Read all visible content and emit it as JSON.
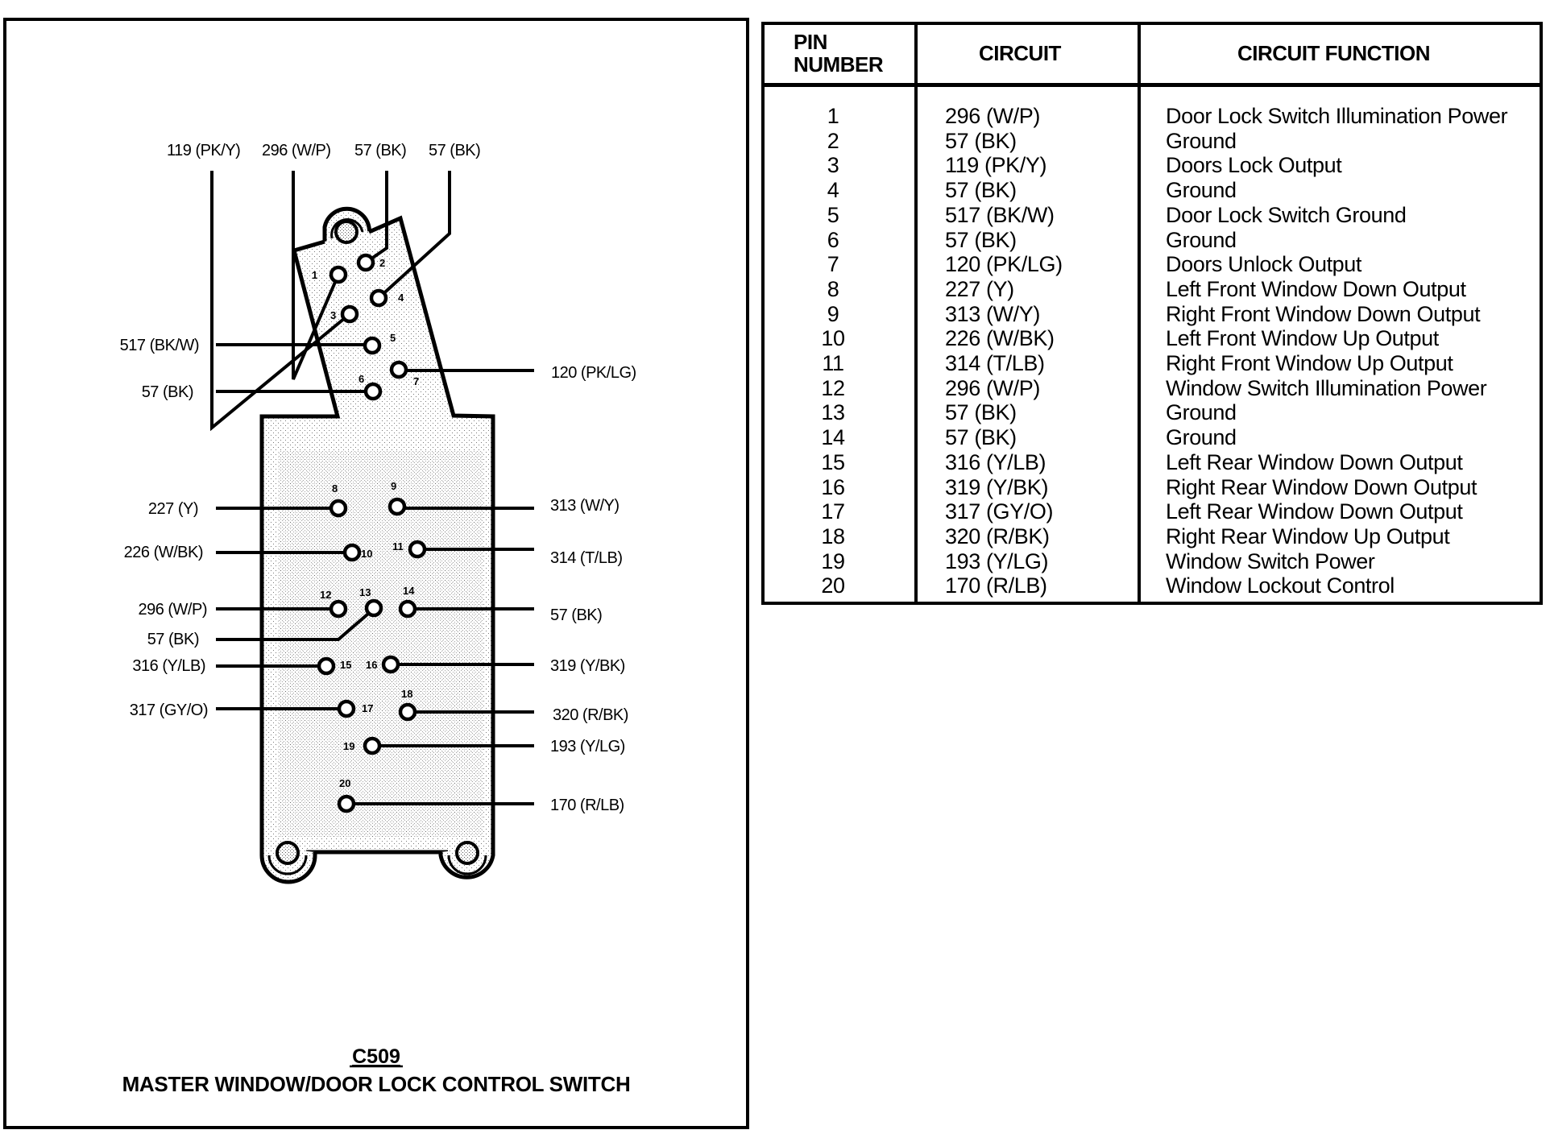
{
  "connector": {
    "code": "C509",
    "name": "MASTER WINDOW/DOOR LOCK CONTROL SWITCH"
  },
  "diagram_labels": {
    "top": [
      "119 (PK/Y)",
      "296 (W/P)",
      "57 (BK)",
      "57 (BK)"
    ],
    "pin5": "517 (BK/W)",
    "pin6": "57 (BK)",
    "pin7": "120 (PK/LG)",
    "pin8": "227 (Y)",
    "pin9": "313 (W/Y)",
    "pin10": "226 (W/BK)",
    "pin11": "314 (T/LB)",
    "pin12": "296 (W/P)",
    "pin13": "57 (BK)",
    "pin14": "57 (BK)",
    "pin15": "316 (Y/LB)",
    "pin16": "319 (Y/BK)",
    "pin17": "317 (GY/O)",
    "pin18": "320 (R/BK)",
    "pin19": "193 (Y/LG)",
    "pin20": "170 (R/LB)"
  },
  "pin_numbers": [
    "1",
    "2",
    "3",
    "4",
    "5",
    "6",
    "7",
    "8",
    "9",
    "10",
    "11",
    "12",
    "13",
    "14",
    "15",
    "16",
    "17",
    "18",
    "19",
    "20"
  ],
  "table": {
    "headers": {
      "pin_line1": "PIN",
      "pin_line2": "NUMBER",
      "circuit": "CIRCUIT",
      "function": "CIRCUIT FUNCTION"
    },
    "rows": [
      {
        "pin": "1",
        "circuit": "296 (W/P)",
        "function": "Door Lock Switch Illumination Power"
      },
      {
        "pin": "2",
        "circuit": "57 (BK)",
        "function": "Ground"
      },
      {
        "pin": "3",
        "circuit": "119 (PK/Y)",
        "function": "Doors Lock Output"
      },
      {
        "pin": "4",
        "circuit": "57 (BK)",
        "function": "Ground"
      },
      {
        "pin": "5",
        "circuit": "517 (BK/W)",
        "function": "Door Lock Switch Ground"
      },
      {
        "pin": "6",
        "circuit": "57 (BK)",
        "function": "Ground"
      },
      {
        "pin": "7",
        "circuit": "120 (PK/LG)",
        "function": "Doors Unlock Output"
      },
      {
        "pin": "8",
        "circuit": "227 (Y)",
        "function": "Left Front Window Down Output"
      },
      {
        "pin": "9",
        "circuit": "313 (W/Y)",
        "function": "Right Front Window Down Output"
      },
      {
        "pin": "10",
        "circuit": "226 (W/BK)",
        "function": "Left Front Window Up Output"
      },
      {
        "pin": "11",
        "circuit": "314 (T/LB)",
        "function": "Right Front Window Up Output"
      },
      {
        "pin": "12",
        "circuit": "296 (W/P)",
        "function": "Window Switch Illumination Power"
      },
      {
        "pin": "13",
        "circuit": "57 (BK)",
        "function": "Ground"
      },
      {
        "pin": "14",
        "circuit": "57 (BK)",
        "function": "Ground"
      },
      {
        "pin": "15",
        "circuit": "316 (Y/LB)",
        "function": "Left Rear Window Down Output"
      },
      {
        "pin": "16",
        "circuit": "319 (Y/BK)",
        "function": "Right Rear Window Down Output"
      },
      {
        "pin": "17",
        "circuit": "317 (GY/O)",
        "function": "Left Rear Window Down Output"
      },
      {
        "pin": "18",
        "circuit": "320 (R/BK)",
        "function": "Right Rear Window Up Output"
      },
      {
        "pin": "19",
        "circuit": "193 (Y/LG)",
        "function": "Window Switch Power"
      },
      {
        "pin": "20",
        "circuit": "170 (R/LB)",
        "function": "Window Lockout Control"
      }
    ]
  }
}
